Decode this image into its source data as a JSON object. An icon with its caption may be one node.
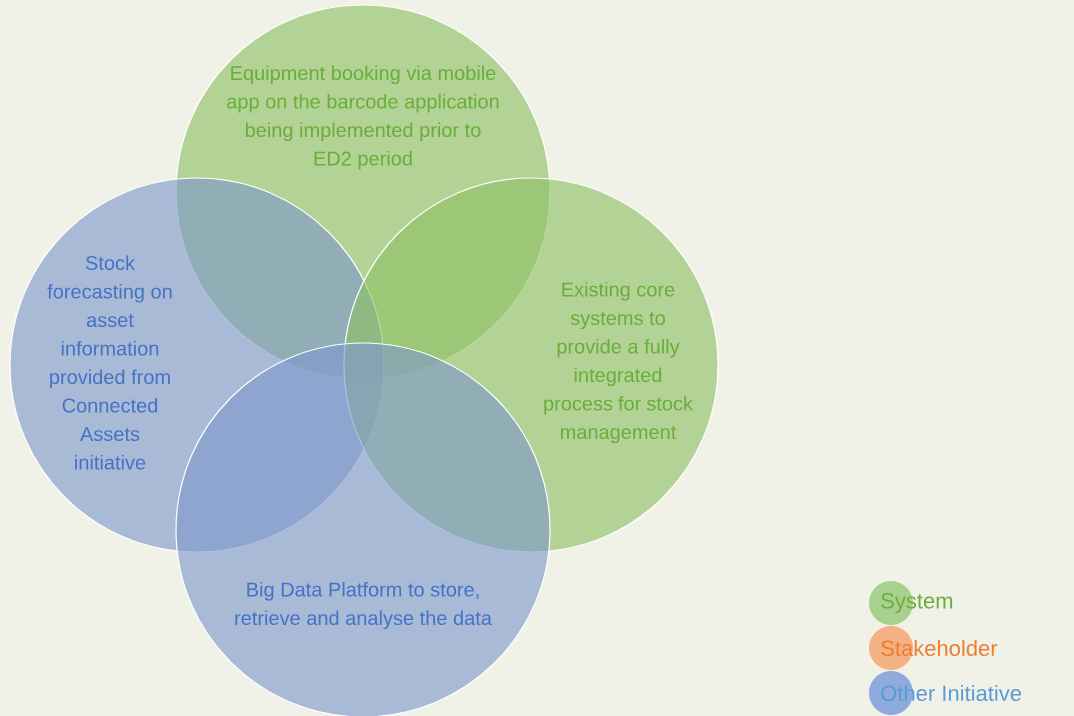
{
  "diagram": {
    "nodes": [
      {
        "text": [
          "Equipment booking via mobile app on the barcode application being implemented prior to ED2 period"
        ]
      },
      {
        "text": [
          "Stock forecasting on asset information provided from Connected Assets initiative"
        ]
      },
      {
        "text": [
          "Existing core systems to provide a fully integrated process for stock management"
        ]
      },
      {
        "text": [
          "Big Data Platform to store, retrieve and analyse the data"
        ]
      }
    ],
    "legend": [
      {
        "text": "System",
        "color": "#a9d18e"
      },
      {
        "text": "Stakeholder",
        "color": "#f4b183"
      },
      {
        "text": "Other Initiative",
        "color": "#8faadc"
      }
    ]
  }
}
